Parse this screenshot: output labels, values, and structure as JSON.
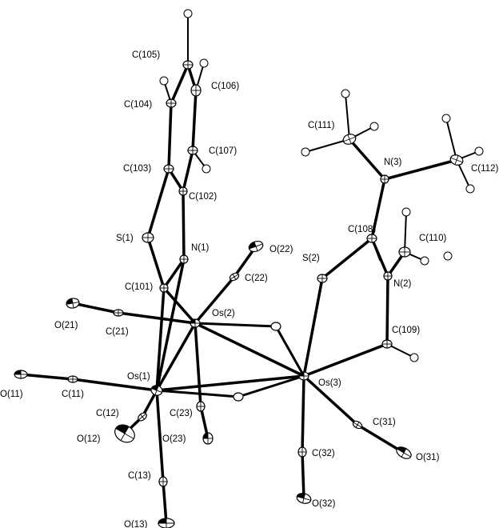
{
  "labels": {
    "C105": "C(105)",
    "C106": "C(106)",
    "C104": "C(104)",
    "C111": "C(111)",
    "C107": "C(107)",
    "N3": "N(3)",
    "C103": "C(103)",
    "C112": "C(112)",
    "C102": "C(102)",
    "C108": "C(108)",
    "S1": "S(1)",
    "C110": "C(110)",
    "N1": "N(1)",
    "O22": "O(22)",
    "S2": "S(2)",
    "C22": "C(22)",
    "C101": "C(101)",
    "N2": "N(2)",
    "Os2": "Os(2)",
    "O21": "O(21)",
    "C21": "C(21)",
    "C109": "C(109)",
    "O11": "O(11)",
    "C11": "C(11)",
    "Os1": "Os(1)",
    "Os3": "Os(3)",
    "C12": "C(12)",
    "C23": "C(23)",
    "C31": "C(31)",
    "O12": "O(12)",
    "O23": "O(23)",
    "O31": "O(31)",
    "C32": "C(32)",
    "C13": "C(13)",
    "O32": "O(32)",
    "O13": "O(13)"
  },
  "colors": {
    "ink": "#000000",
    "background": "#ffffff"
  }
}
